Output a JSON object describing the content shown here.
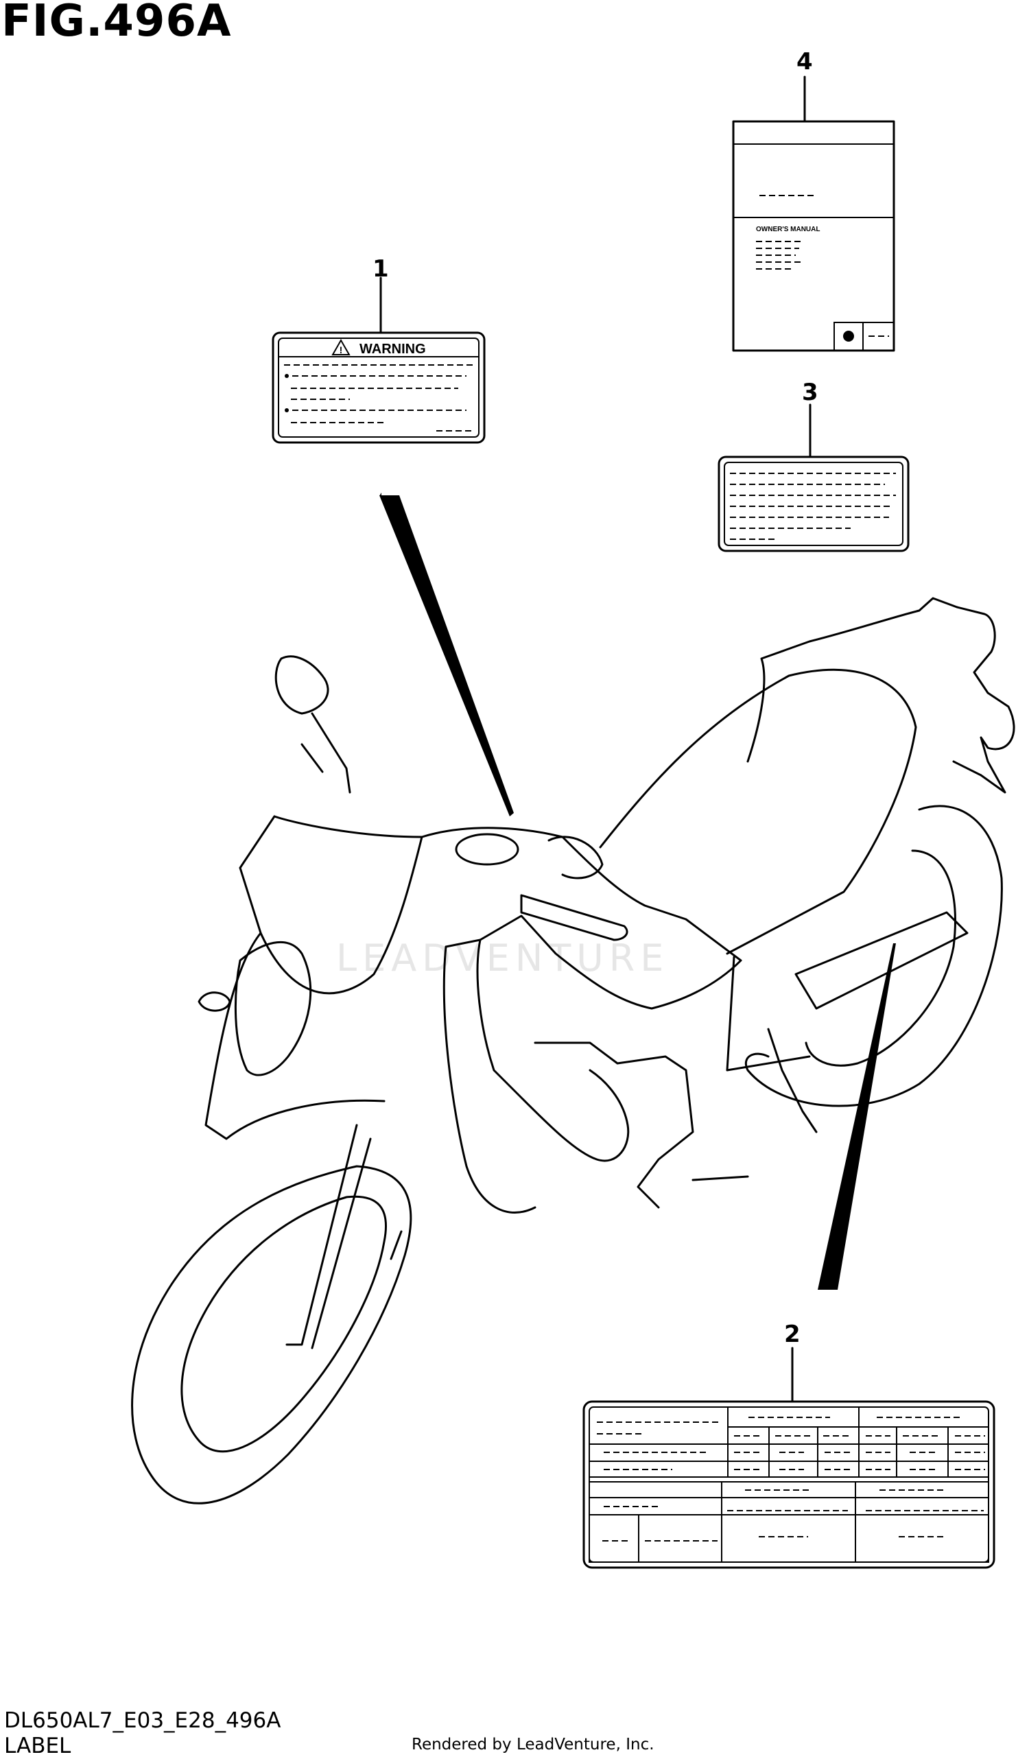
{
  "figure": {
    "title": "FIG.496A",
    "model_code": "DL650AL7_E03_E28_496A",
    "section": "LABEL",
    "rendered_by": "Rendered by LeadVenture, Inc.",
    "watermark": "LEADVENTURE"
  },
  "callouts": [
    {
      "number": "1",
      "part": "warning-label"
    },
    {
      "number": "2",
      "part": "information-label"
    },
    {
      "number": "3",
      "part": "caution-label"
    },
    {
      "number": "4",
      "part": "owners-manual"
    }
  ],
  "labels": {
    "warning_heading": "WARNING",
    "manual_heading": "OWNER'S MANUAL"
  }
}
